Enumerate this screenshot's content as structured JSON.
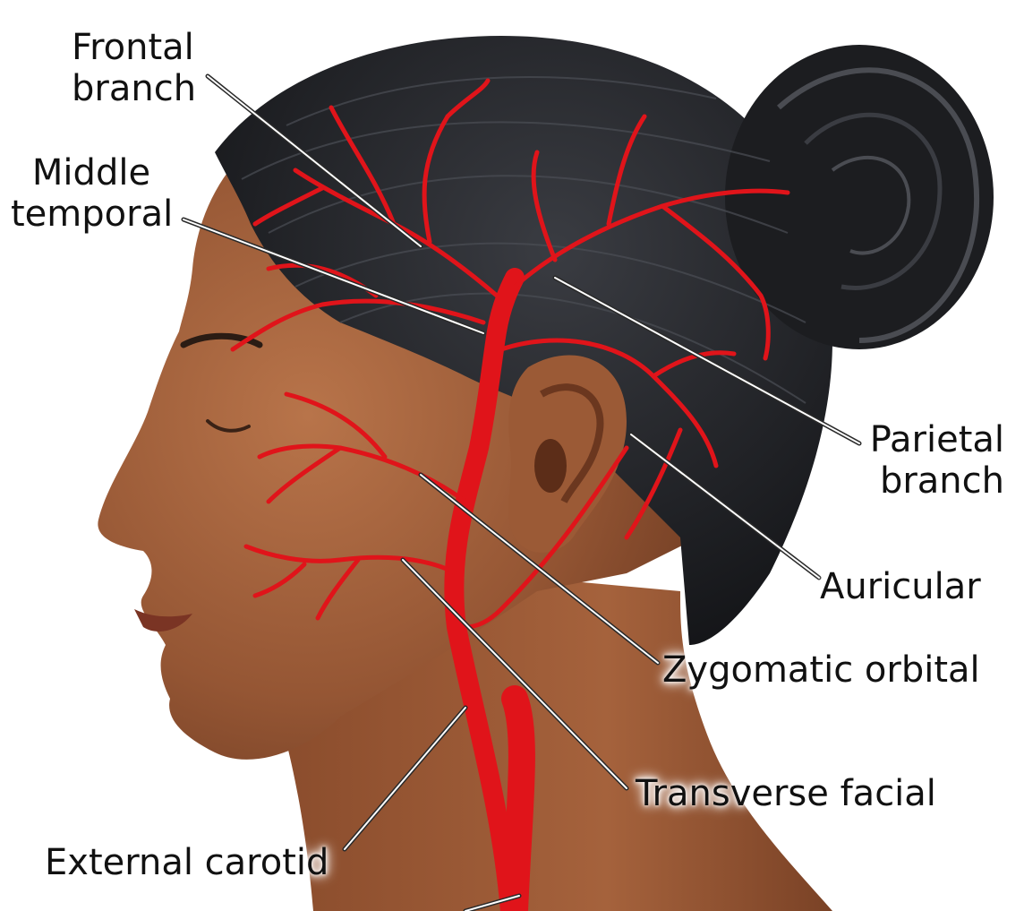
{
  "labels": {
    "frontal_branch": [
      "Frontal",
      "branch"
    ],
    "middle_temporal": [
      "Middle",
      "temporal"
    ],
    "parietal_branch": [
      "Parietal",
      "branch"
    ],
    "auricular": "Auricular",
    "zygomatic_orbital": "Zygomatic orbital",
    "transverse_facial": "Transverse facial",
    "external_carotid": "External carotid"
  },
  "colors": {
    "skin": "#9a5a38",
    "hair": "#1e1f22",
    "artery": "#e0141a",
    "leader_line": "#2a2a2a",
    "label_text": "#111111"
  }
}
